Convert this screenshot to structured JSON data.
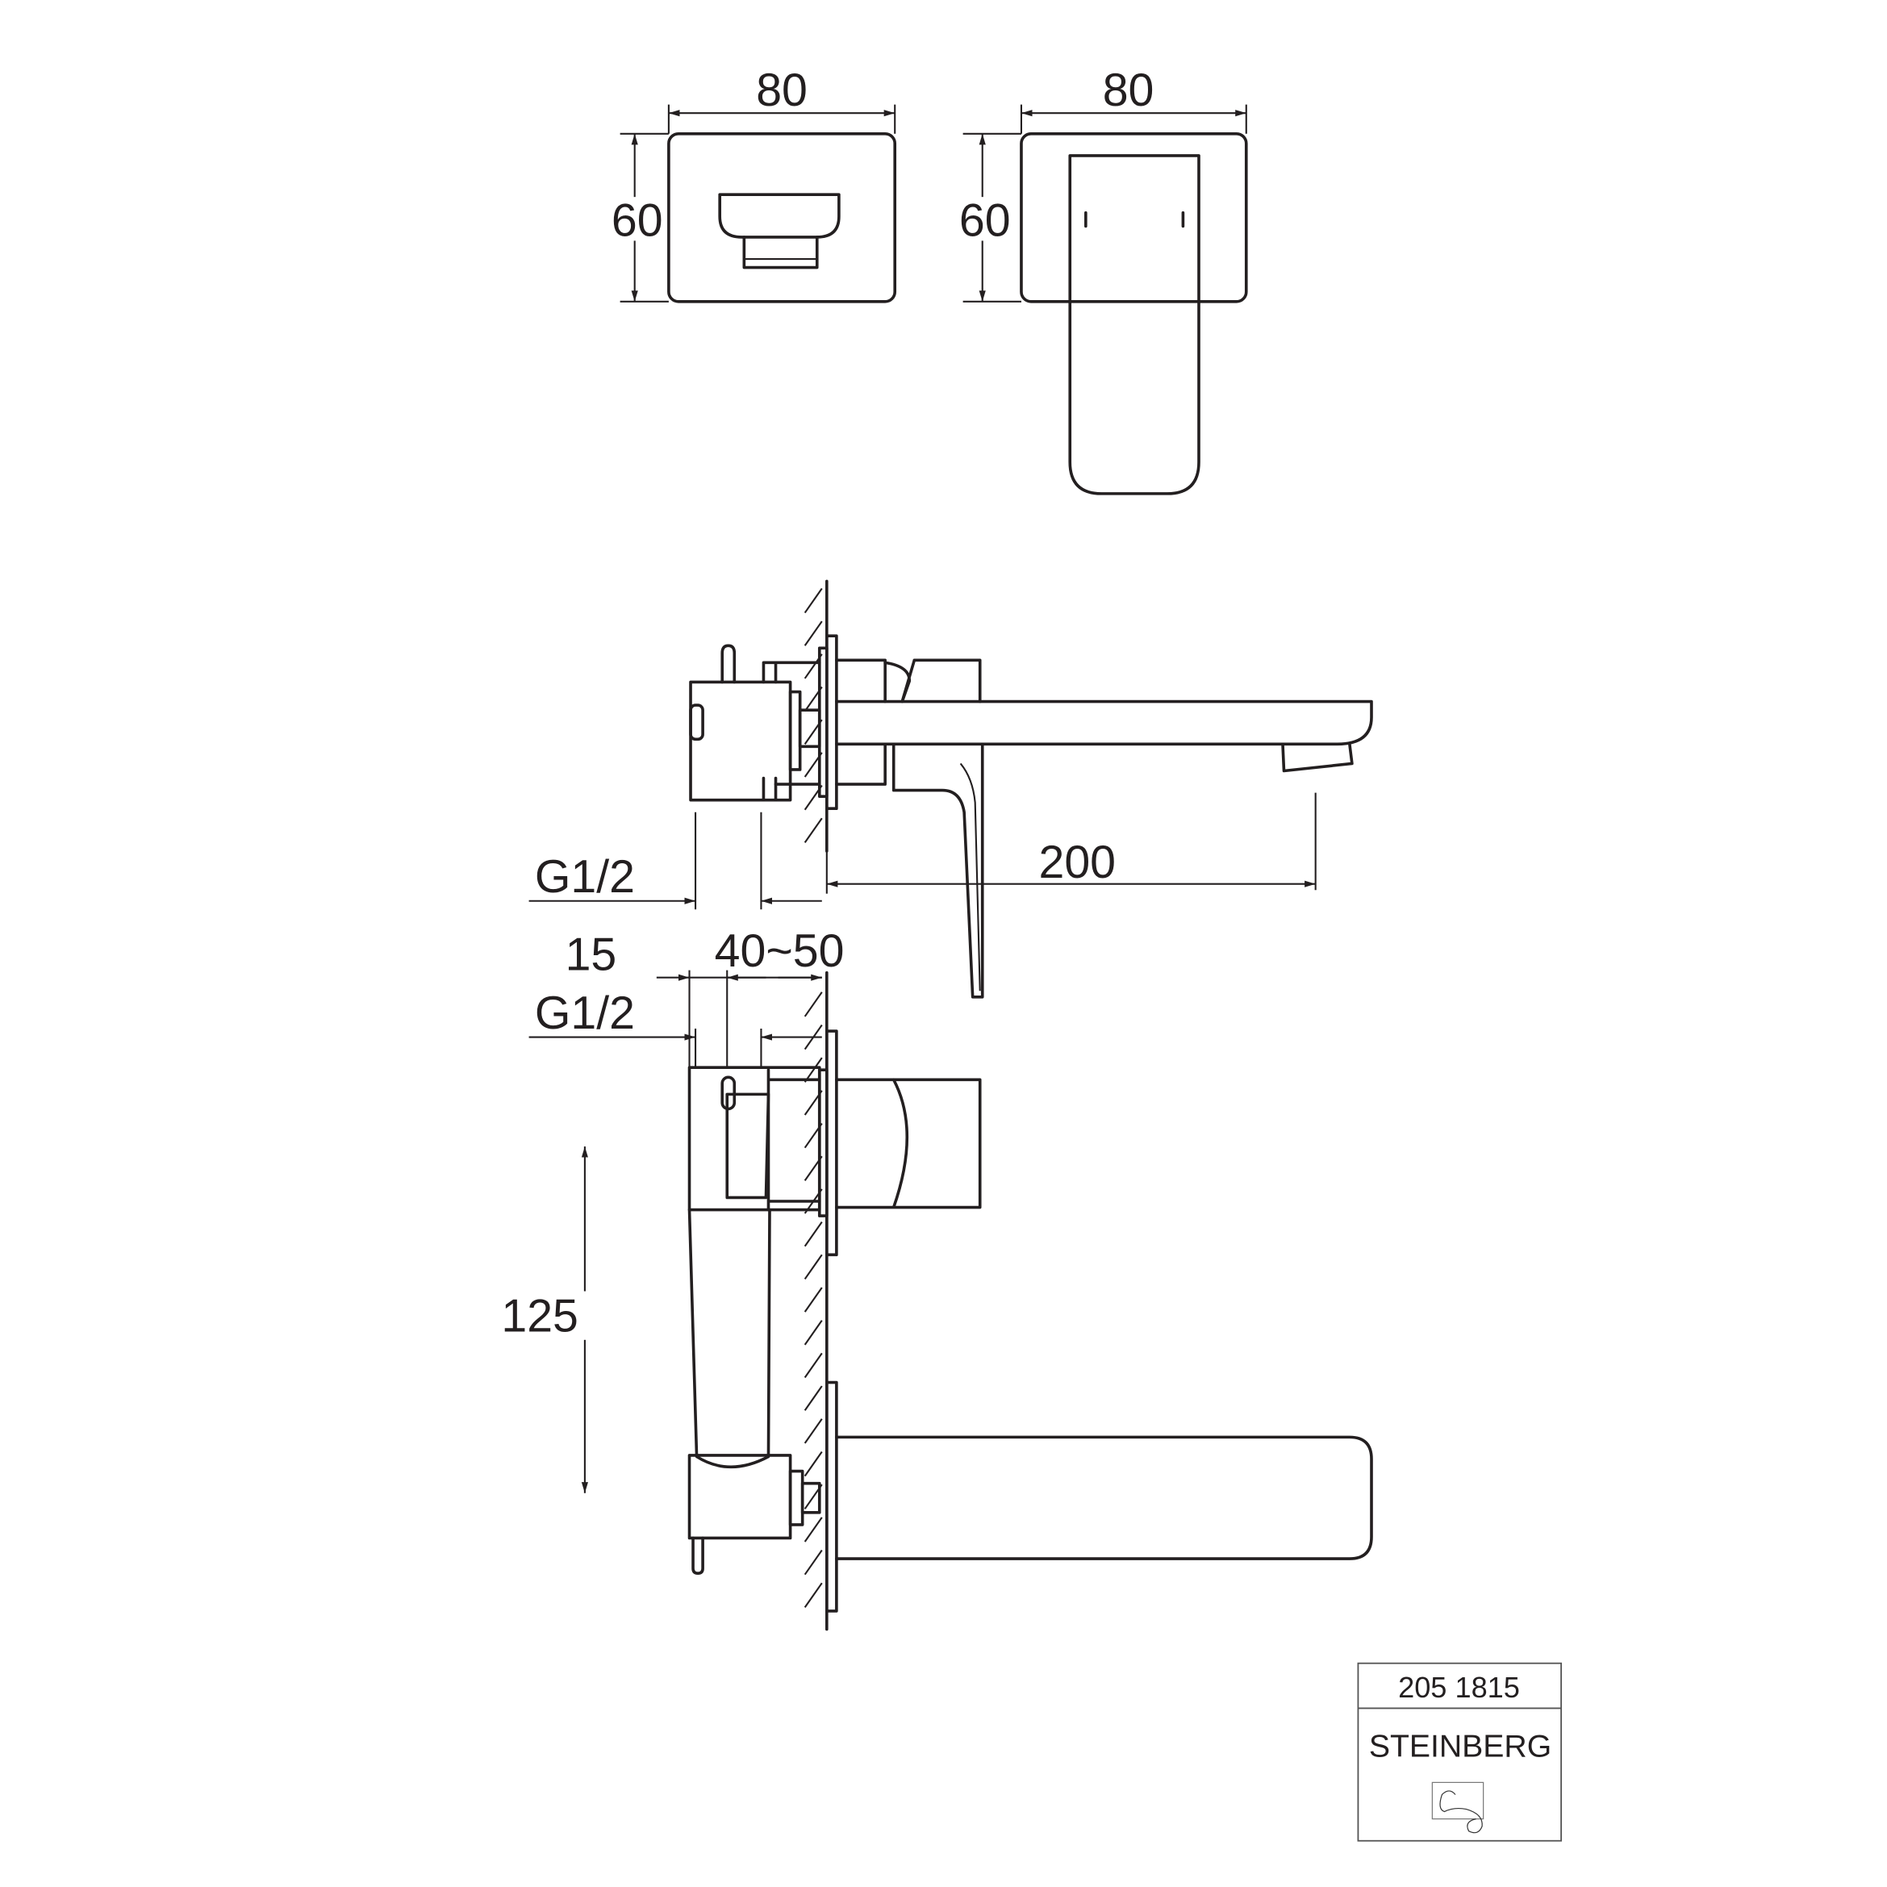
{
  "front_view": {
    "width_label": "80",
    "height_label": "60"
  },
  "spout_front_view": {
    "width_label": "80",
    "height_label": "60"
  },
  "side_view": {
    "connection_label": "G1/2",
    "projection_label": "200"
  },
  "plan_view": {
    "offset_label": "15",
    "depth_label": "40~50",
    "connection_label": "G1/2",
    "spacing_label": "125"
  },
  "title_block": {
    "article_number": "205 1815",
    "brand": "STEINBERG"
  },
  "colors": {
    "line": "#231f20",
    "background": "#ffffff"
  }
}
